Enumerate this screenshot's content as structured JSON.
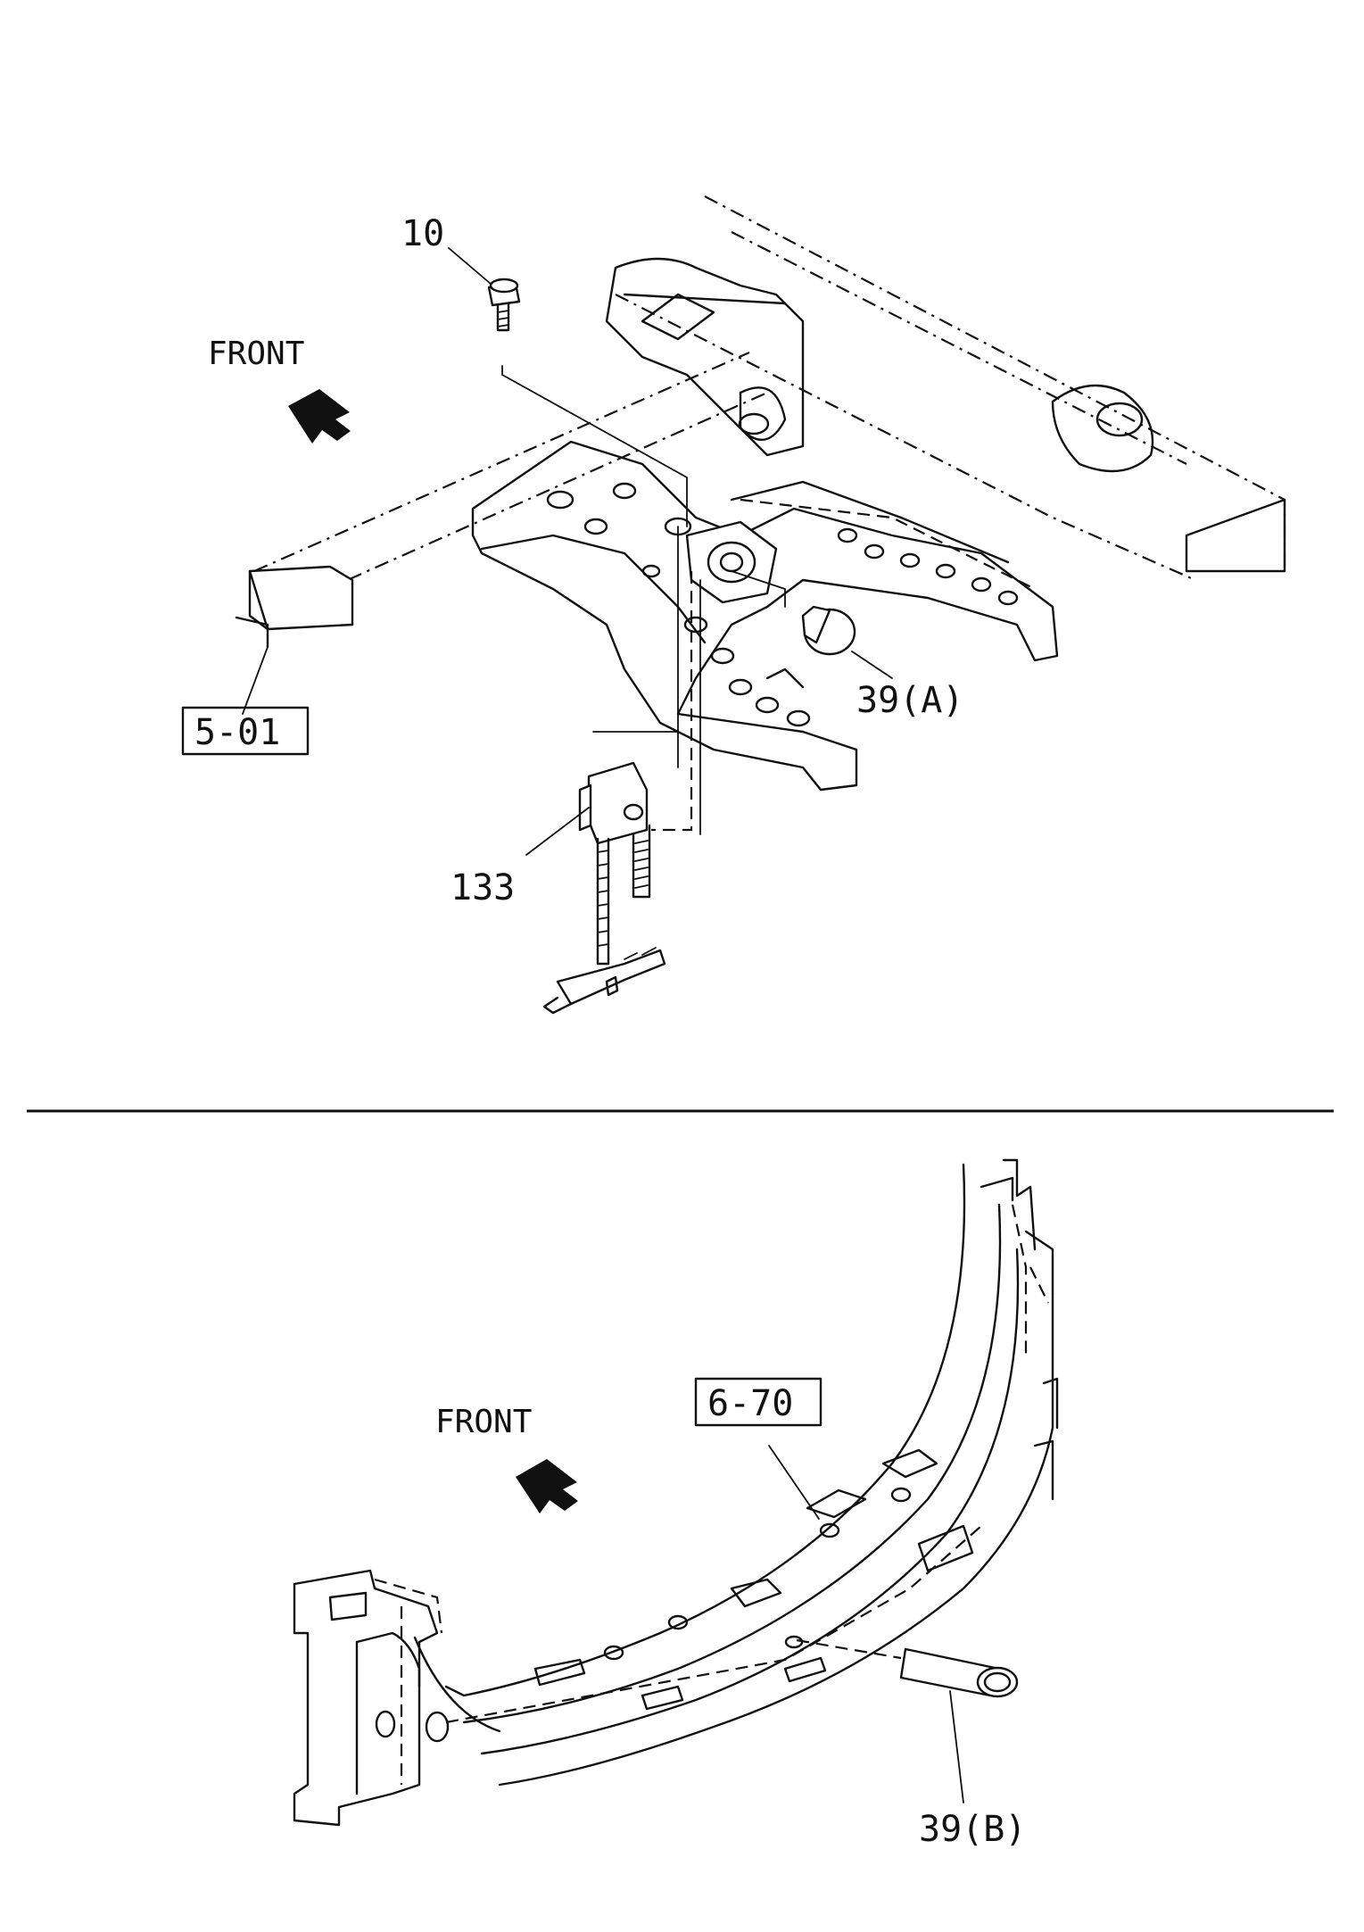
{
  "top_diagram": {
    "direction_label": "FRONT",
    "callouts": {
      "bolt": "10",
      "plug_a": "39(A)",
      "frame_ref": "5-01",
      "bracket": "133"
    }
  },
  "bottom_diagram": {
    "direction_label": "FRONT",
    "callouts": {
      "panel_ref": "6-70",
      "plug_b": "39(B)"
    }
  },
  "icons": {
    "direction_arrow": "front-arrow-icon"
  },
  "colors": {
    "ink": "#111111",
    "paper": "#ffffff"
  }
}
